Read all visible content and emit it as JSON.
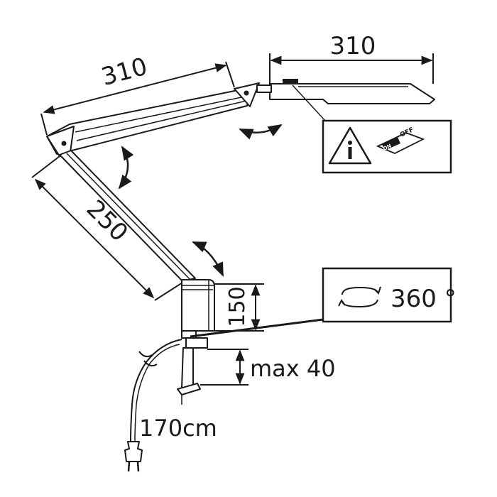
{
  "dimensions": {
    "lamp_head_length": "310",
    "upper_arm_length": "310",
    "lower_arm_length": "250",
    "base_height": "150",
    "clamp_max": "max 40",
    "cable_length": "170cm"
  },
  "rotation_label": "360 °",
  "switch_labels": {
    "off": "OFF",
    "on": "ON"
  },
  "icons": [
    "info-warning-icon",
    "on-off-switch-icon",
    "rotate-360-icon",
    "rotate-arrow-icon",
    "power-plug-icon"
  ]
}
